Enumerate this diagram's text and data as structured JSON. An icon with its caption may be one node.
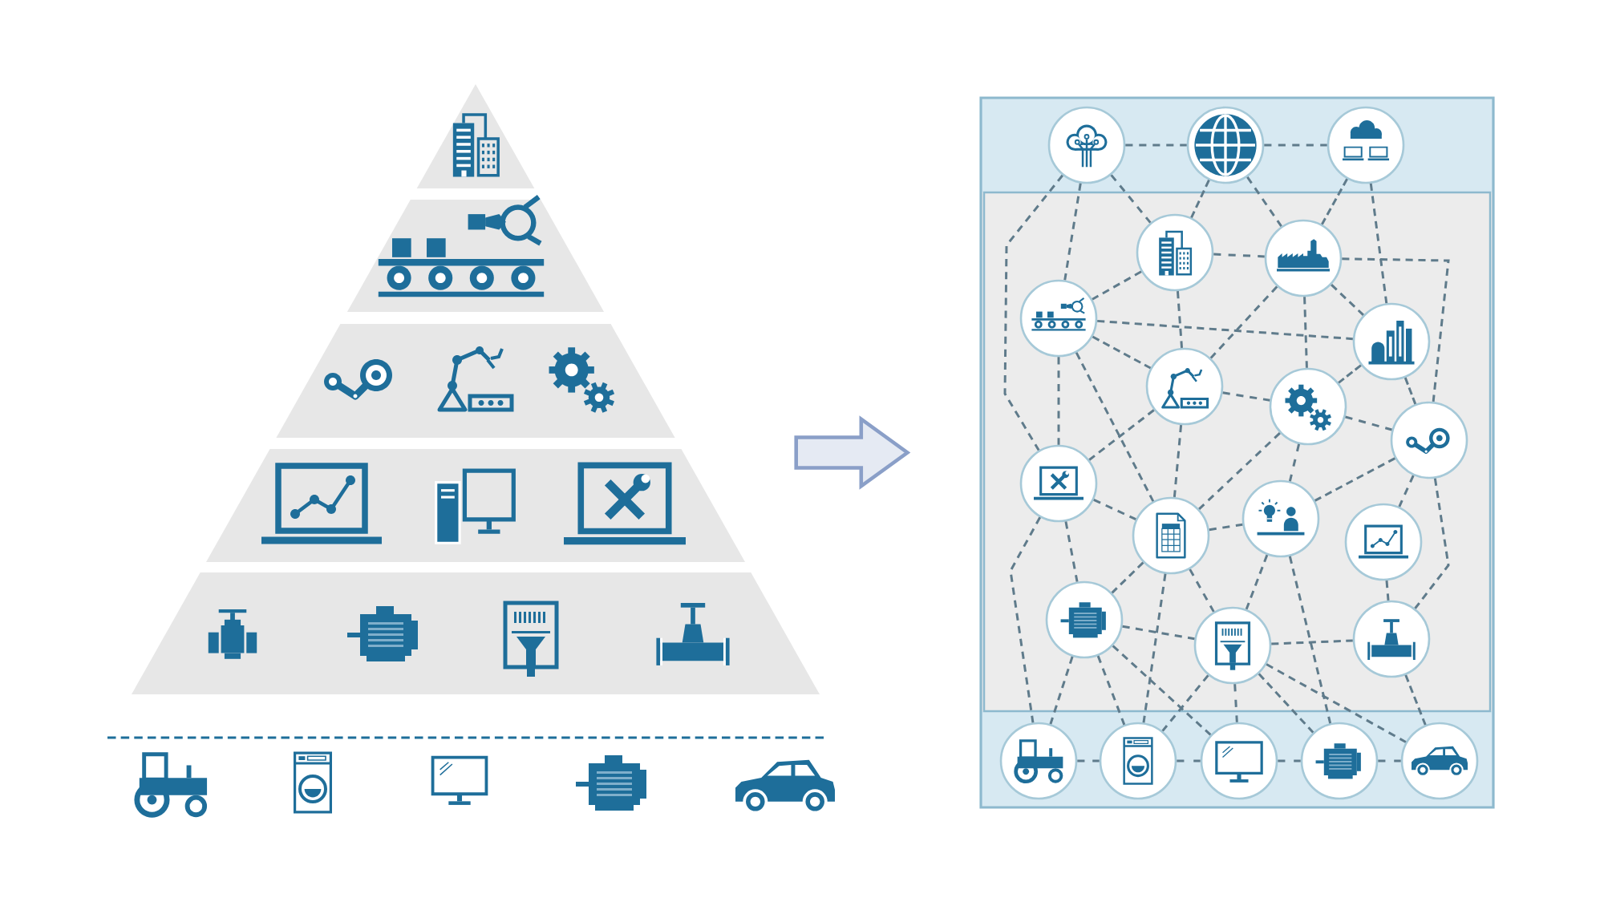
{
  "diagram": {
    "nodes": [
      {
        "text": [],
        "shape": "triangle"
      },
      {
        "text": [],
        "shape": "box"
      },
      {
        "text": [],
        "shape": "circle",
        "in": 1
      },
      {
        "text": [],
        "shape": "circle",
        "in": 1
      },
      {
        "text": [],
        "shape": "circle",
        "in": 1
      },
      {
        "text": [],
        "shape": "circle",
        "in": 1
      },
      {
        "text": [],
        "shape": "circle",
        "in": 1
      },
      {
        "text": [],
        "shape": "circle",
        "in": 1
      },
      {
        "text": [],
        "shape": "circle",
        "in": 1
      },
      {
        "text": [],
        "shape": "circle",
        "in": 1
      },
      {
        "text": [],
        "shape": "circle",
        "in": 1
      },
      {
        "text": [],
        "shape": "circle",
        "in": 1
      },
      {
        "text": [],
        "shape": "circle",
        "in": 1
      },
      {
        "text": [],
        "shape": "circle",
        "in": 1
      },
      {
        "text": [],
        "shape": "circle",
        "in": 1
      },
      {
        "text": [],
        "shape": "circle",
        "in": 1
      },
      {
        "text": [],
        "shape": "circle",
        "in": 1
      },
      {
        "text": [],
        "shape": "circle",
        "in": 1
      },
      {
        "text": [],
        "shape": "circle",
        "in": 1
      },
      {
        "text": [],
        "shape": "circle",
        "in": 1
      },
      {
        "text": [],
        "shape": "circle",
        "in": 1
      },
      {
        "text": [],
        "shape": "circle",
        "in": 1
      },
      {
        "text": [],
        "shape": "circle",
        "in": 1
      },
      {
        "text": [],
        "shape": "circle",
        "in": 1
      }
    ],
    "edges": [
      {
        "from": 2,
        "to": 3,
        "arrow": "none",
        "style": "dashed"
      },
      {
        "from": 3,
        "to": 4,
        "arrow": "none",
        "style": "dashed"
      },
      {
        "from": 2,
        "to": 12,
        "arrow": "none",
        "style": "dashed"
      },
      {
        "from": 2,
        "to": 7,
        "arrow": "none",
        "style": "dashed"
      },
      {
        "from": 2,
        "to": 5,
        "arrow": "none",
        "style": "dashed"
      },
      {
        "from": 3,
        "to": 5,
        "arrow": "none",
        "style": "dashed"
      },
      {
        "from": 3,
        "to": 6,
        "arrow": "none",
        "style": "dashed"
      },
      {
        "from": 4,
        "to": 6,
        "arrow": "none",
        "style": "dashed"
      },
      {
        "from": 4,
        "to": 8,
        "arrow": "none",
        "style": "dashed"
      },
      {
        "from": 5,
        "to": 6,
        "arrow": "none",
        "style": "dashed"
      },
      {
        "from": 6,
        "to": 11,
        "arrow": "none",
        "style": "dashed"
      },
      {
        "from": 5,
        "to": 7,
        "arrow": "none",
        "style": "dashed"
      },
      {
        "from": 5,
        "to": 9,
        "arrow": "none",
        "style": "dashed"
      },
      {
        "from": 7,
        "to": 8,
        "arrow": "none",
        "style": "dashed"
      },
      {
        "from": 6,
        "to": 9,
        "arrow": "none",
        "style": "dashed"
      },
      {
        "from": 6,
        "to": 10,
        "arrow": "none",
        "style": "dashed"
      },
      {
        "from": 6,
        "to": 8,
        "arrow": "none",
        "style": "dashed"
      },
      {
        "from": 7,
        "to": 12,
        "arrow": "none",
        "style": "dashed"
      },
      {
        "from": 7,
        "to": 13,
        "arrow": "none",
        "style": "dashed"
      },
      {
        "from": 7,
        "to": 9,
        "arrow": "none",
        "style": "dashed"
      },
      {
        "from": 9,
        "to": 12,
        "arrow": "none",
        "style": "dashed"
      },
      {
        "from": 9,
        "to": 13,
        "arrow": "none",
        "style": "dashed"
      },
      {
        "from": 9,
        "to": 10,
        "arrow": "none",
        "style": "dashed"
      },
      {
        "from": 8,
        "to": 10,
        "arrow": "none",
        "style": "dashed"
      },
      {
        "from": 8,
        "to": 11,
        "arrow": "none",
        "style": "dashed"
      },
      {
        "from": 10,
        "to": 11,
        "arrow": "none",
        "style": "dashed"
      },
      {
        "from": 10,
        "to": 13,
        "arrow": "none",
        "style": "dashed"
      },
      {
        "from": 10,
        "to": 14,
        "arrow": "none",
        "style": "dashed"
      },
      {
        "from": 11,
        "to": 14,
        "arrow": "none",
        "style": "dashed"
      },
      {
        "from": 11,
        "to": 15,
        "arrow": "none",
        "style": "dashed"
      },
      {
        "from": 11,
        "to": 18,
        "arrow": "none",
        "style": "dashed"
      },
      {
        "from": 12,
        "to": 13,
        "arrow": "none",
        "style": "dashed"
      },
      {
        "from": 12,
        "to": 19,
        "arrow": "none",
        "style": "dashed"
      },
      {
        "from": 12,
        "to": 16,
        "arrow": "none",
        "style": "dashed"
      },
      {
        "from": 13,
        "to": 16,
        "arrow": "none",
        "style": "dashed"
      },
      {
        "from": 13,
        "to": 20,
        "arrow": "none",
        "style": "dashed"
      },
      {
        "from": 13,
        "to": 17,
        "arrow": "none",
        "style": "dashed"
      },
      {
        "from": 13,
        "to": 14,
        "arrow": "none",
        "style": "dashed"
      },
      {
        "from": 14,
        "to": 17,
        "arrow": "none",
        "style": "dashed"
      },
      {
        "from": 14,
        "to": 22,
        "arrow": "none",
        "style": "dashed"
      },
      {
        "from": 15,
        "to": 18,
        "arrow": "none",
        "style": "dashed"
      },
      {
        "from": 16,
        "to": 17,
        "arrow": "none",
        "style": "dashed"
      },
      {
        "from": 16,
        "to": 19,
        "arrow": "none",
        "style": "dashed"
      },
      {
        "from": 16,
        "to": 20,
        "arrow": "none",
        "style": "dashed"
      },
      {
        "from": 16,
        "to": 21,
        "arrow": "none",
        "style": "dashed"
      },
      {
        "from": 17,
        "to": 20,
        "arrow": "none",
        "style": "dashed"
      },
      {
        "from": 17,
        "to": 21,
        "arrow": "none",
        "style": "dashed"
      },
      {
        "from": 17,
        "to": 22,
        "arrow": "none",
        "style": "dashed"
      },
      {
        "from": 17,
        "to": 23,
        "arrow": "none",
        "style": "dashed"
      },
      {
        "from": 17,
        "to": 18,
        "arrow": "none",
        "style": "dashed"
      },
      {
        "from": 18,
        "to": 23,
        "arrow": "none",
        "style": "dashed"
      },
      {
        "from": 19,
        "to": 20,
        "arrow": "none",
        "style": "dashed"
      },
      {
        "from": 20,
        "to": 21,
        "arrow": "none",
        "style": "dashed"
      },
      {
        "from": 21,
        "to": 22,
        "arrow": "none",
        "style": "dashed"
      },
      {
        "from": 22,
        "to": 23,
        "arrow": "none",
        "style": "dashed"
      },
      {
        "from": 0,
        "to": 1,
        "arrow": "to",
        "style": "thick",
        "color": "#8a9fc8"
      }
    ]
  }
}
